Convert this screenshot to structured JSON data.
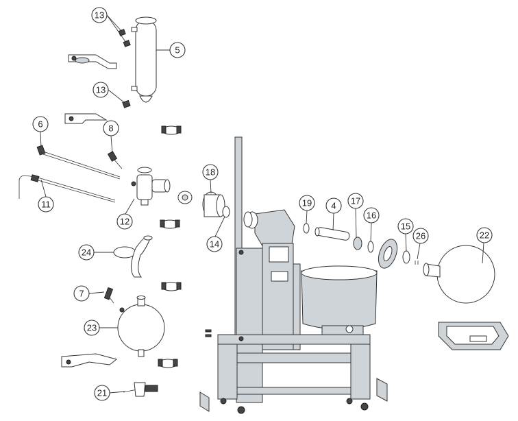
{
  "callouts": [
    {
      "id": "c13a",
      "label": "13"
    },
    {
      "id": "c5",
      "label": "5"
    },
    {
      "id": "c13b",
      "label": "13"
    },
    {
      "id": "c6",
      "label": "6"
    },
    {
      "id": "c8",
      "label": "8"
    },
    {
      "id": "c11",
      "label": "11"
    },
    {
      "id": "c12",
      "label": "12"
    },
    {
      "id": "c18",
      "label": "18"
    },
    {
      "id": "c14",
      "label": "14"
    },
    {
      "id": "c19",
      "label": "19"
    },
    {
      "id": "c4",
      "label": "4"
    },
    {
      "id": "c17",
      "label": "17"
    },
    {
      "id": "c16",
      "label": "16"
    },
    {
      "id": "c15",
      "label": "15"
    },
    {
      "id": "c26",
      "label": "26"
    },
    {
      "id": "c22",
      "label": "22"
    },
    {
      "id": "c24",
      "label": "24"
    },
    {
      "id": "c7",
      "label": "7"
    },
    {
      "id": "c23",
      "label": "23"
    },
    {
      "id": "c21",
      "label": "21"
    }
  ]
}
